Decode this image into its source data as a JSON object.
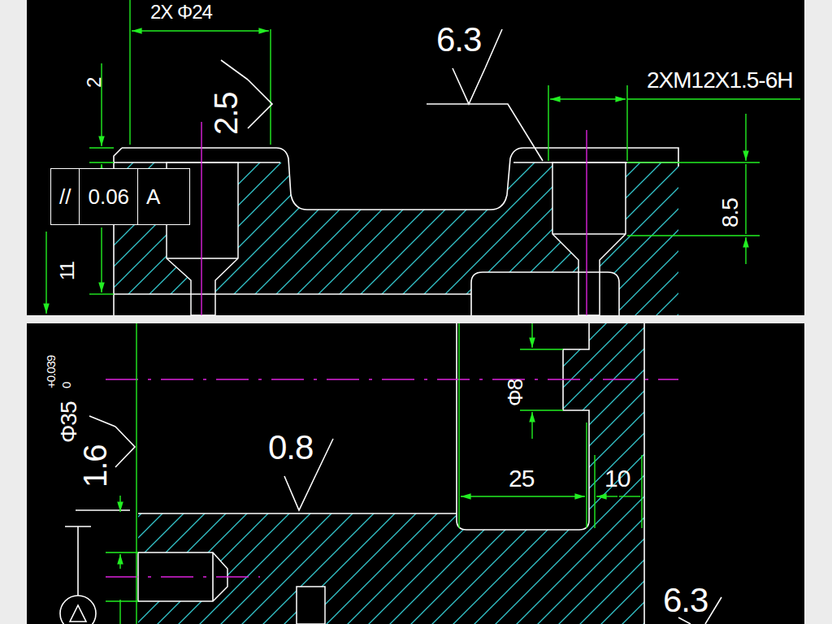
{
  "diagram": {
    "nodes": [
      {
        "text": [
          "//",
          "0.06",
          "A"
        ]
      }
    ],
    "labels": [
      "2X Φ24",
      "2",
      "2.5",
      "6.3",
      "2XM12X1.5-6H",
      "8.5",
      "11",
      "Φ35",
      "+0.039",
      "0",
      "1.6",
      "Φ8",
      "0.8",
      "25",
      "10",
      "6.3"
    ]
  }
}
